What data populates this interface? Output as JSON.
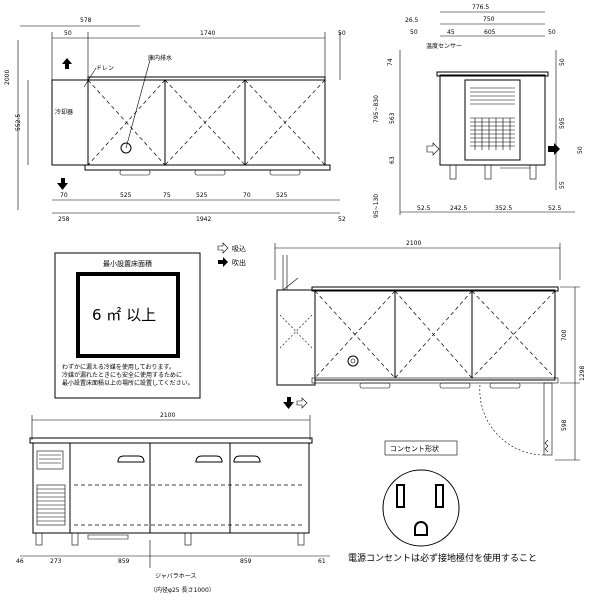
{
  "top_view": {
    "dims": {
      "d578": "578",
      "d50a": "50",
      "d1740": "1740",
      "d50b": "50",
      "d2000": "2000",
      "d552": "552.5",
      "d70": "70",
      "d525a": "525",
      "d75": "75",
      "d525b": "525",
      "d70b": "70",
      "d525c": "525",
      "d258": "258",
      "d1942": "1942",
      "d52": "52"
    },
    "labels": {
      "drain": "ドレン",
      "inner_drain": "庫内排水",
      "cooling": "冷却器"
    }
  },
  "side_view": {
    "dims": {
      "d776": "776.5",
      "d26": "26.5",
      "d750": "750",
      "d50": "50",
      "d45": "45",
      "d605": "605",
      "d50b": "50",
      "d74": "74",
      "d795": "795~830",
      "d563": "563",
      "d63": "63",
      "d95": "95~130",
      "d595": "595",
      "d50c": "50",
      "d55": "55",
      "d50d": "50",
      "d52a": "52.5",
      "d242": "242.5",
      "d352": "352.5",
      "d52b": "52.5"
    },
    "labels": {
      "sensor": "温度センサー"
    }
  },
  "legend": {
    "intake": "吸込",
    "exhaust": "吹出"
  },
  "space_box": {
    "title": "最小設置床面積",
    "area": "6 ㎡  以上",
    "note1": "わずかに漏える冷媒を使用しております。",
    "note2": "冷媒が漏れたときにも安全に使用するために",
    "note3": "最小設置床面積以上の場所に設置してください。"
  },
  "plan_view": {
    "dims": {
      "d2100": "2100",
      "d700": "700",
      "d1298": "1298",
      "d598": "598"
    }
  },
  "front_view": {
    "dims": {
      "d2100": "2100",
      "d46": "46",
      "d273": "273",
      "d859a": "859",
      "d859b": "859",
      "d61": "61"
    },
    "labels": {
      "hose": "ジャバラホース",
      "hose_spec": "（内径φ25  長さ1000）"
    }
  },
  "outlet": {
    "title": "コンセント形状",
    "note": "電源コンセントは必ず接地極付を使用すること"
  }
}
